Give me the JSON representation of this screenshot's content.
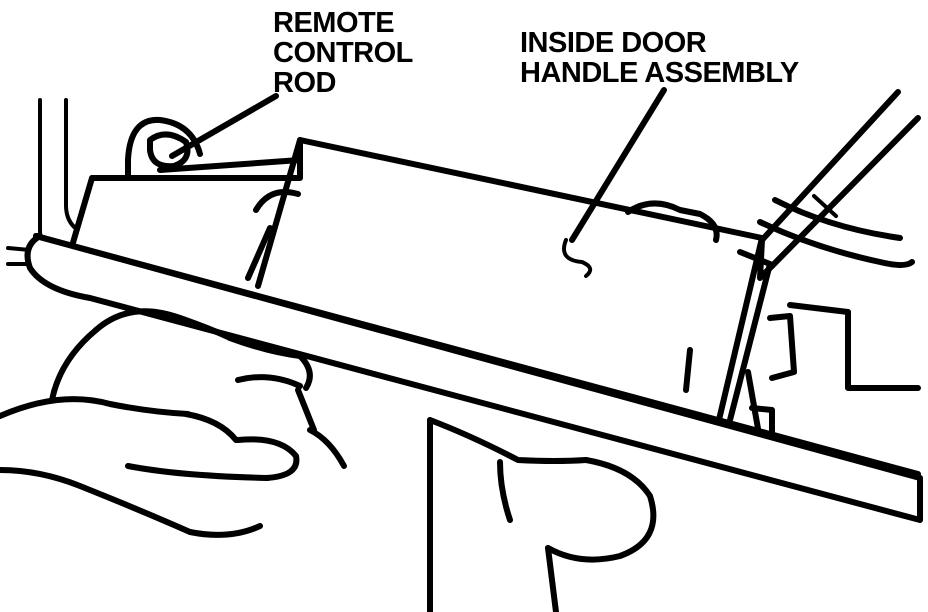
{
  "labels": {
    "remote_control_rod": [
      "REMOTE",
      "CONTROL",
      "ROD"
    ],
    "inside_door_handle_assembly": [
      "INSIDE DOOR",
      "HANDLE ASSEMBLY"
    ]
  },
  "colors": {
    "ink": "#000000",
    "paper": "#ffffff"
  }
}
